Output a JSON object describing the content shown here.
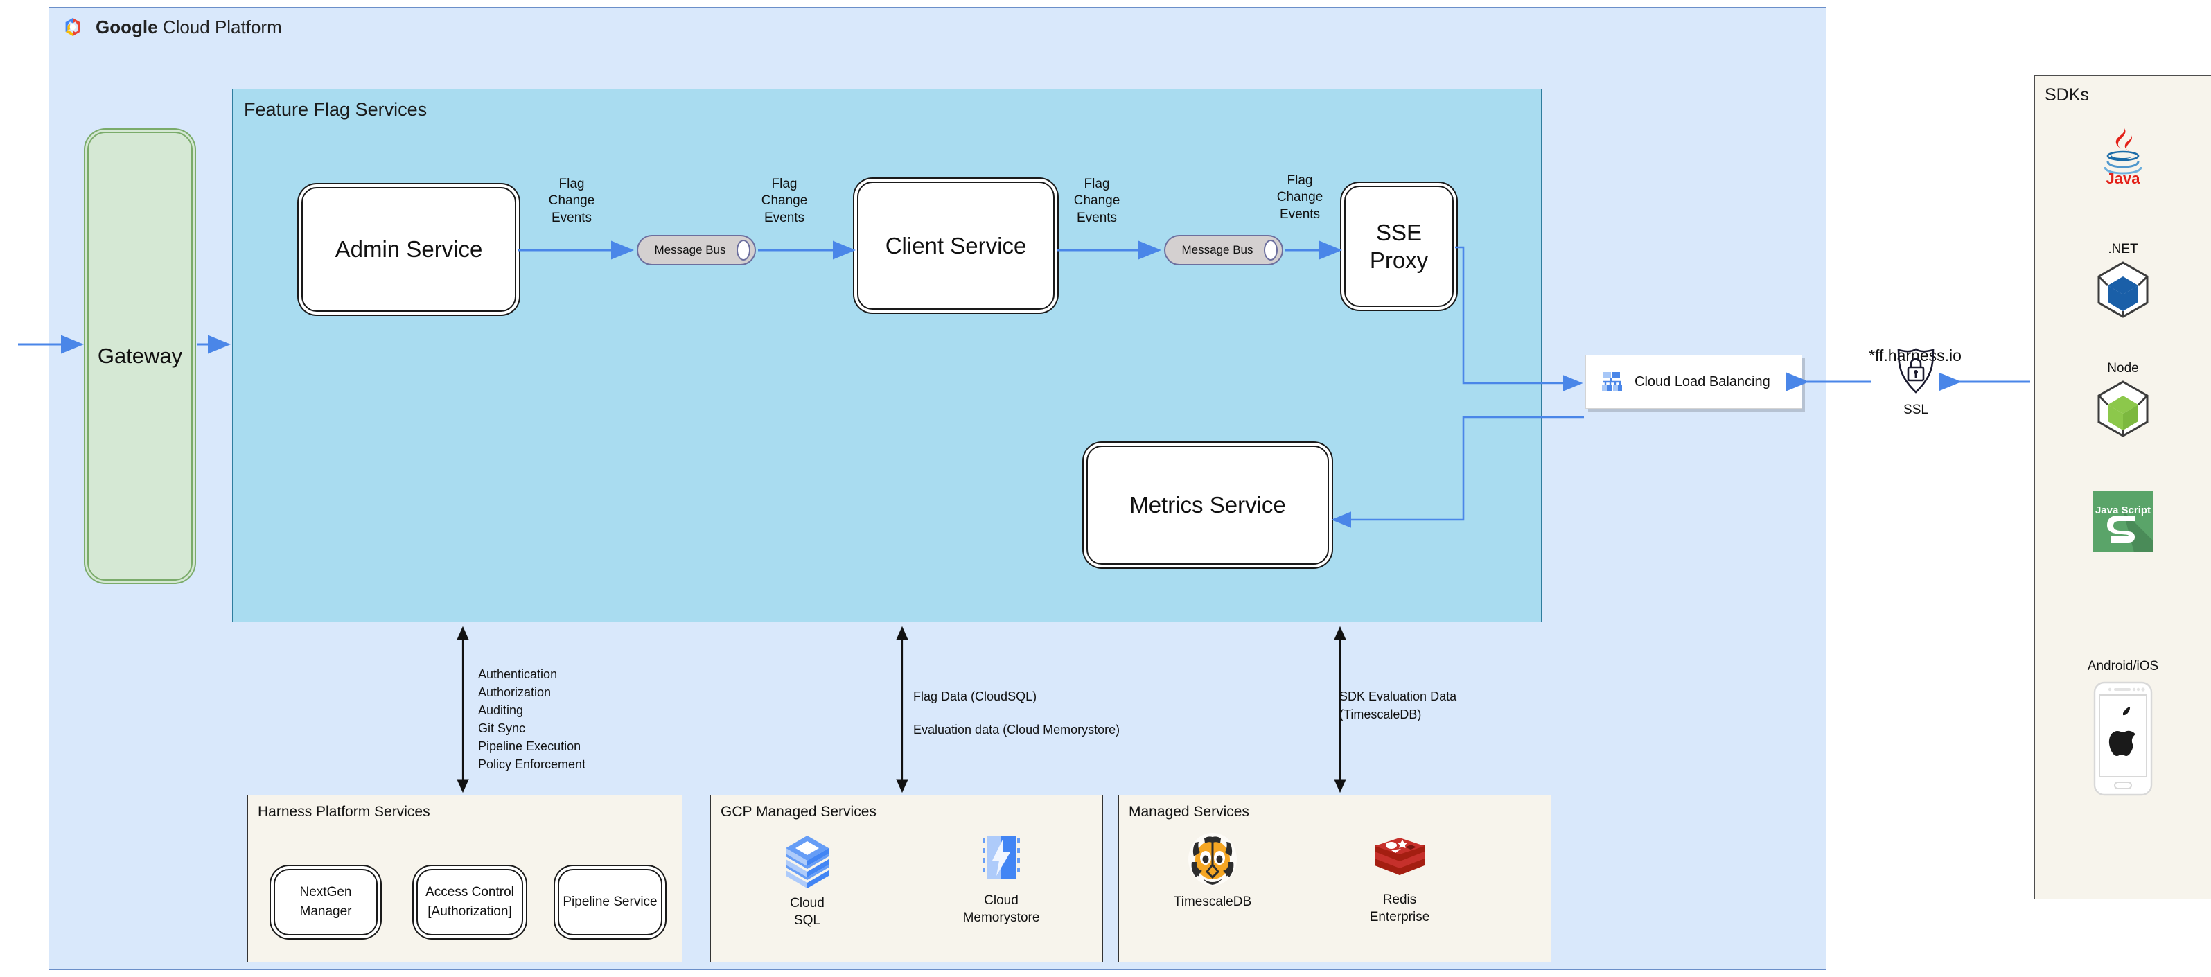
{
  "cloud": {
    "title_bold": "Google",
    "title_rest": " Cloud Platform",
    "logo_icon": "google-cloud-logo"
  },
  "feature_flag_services": {
    "title": "Feature Flag Services",
    "nodes": [
      {
        "id": "admin-service",
        "label": "Admin Service"
      },
      {
        "id": "client-service",
        "label": "Client Service"
      },
      {
        "id": "sse-proxy",
        "label": "SSE\nProxy"
      },
      {
        "id": "metrics-service",
        "label": "Metrics Service"
      }
    ],
    "message_buses": [
      {
        "id": "message-bus-1",
        "label": "Message Bus"
      },
      {
        "id": "message-bus-2",
        "label": "Message Bus"
      }
    ],
    "flow_labels": [
      {
        "id": "flow-1",
        "text": "Flag\nChange\nEvents"
      },
      {
        "id": "flow-2",
        "text": "Flag\nChange\nEvents"
      },
      {
        "id": "flow-3",
        "text": "Flag\nChange\nEvents"
      },
      {
        "id": "flow-4",
        "text": "Flag\nChange\nEvents"
      }
    ]
  },
  "gateway": {
    "label": "Gateway"
  },
  "load_balancer": {
    "label": "Cloud Load Balancing",
    "icon": "cloud-load-balancing-icon"
  },
  "edge": {
    "domain": "*ff.harness.io",
    "ssl_label": "SSL",
    "ssl_icon": "ssl-shield-lock-icon"
  },
  "annotations": [
    {
      "id": "platform-annotation",
      "lines": [
        "Authentication",
        "Authorization",
        "Auditing",
        "Git Sync",
        "Pipeline Execution",
        "Policy Enforcement"
      ]
    },
    {
      "id": "gcp-data-annotation",
      "lines": [
        "Flag Data (CloudSQL)",
        "",
        "Evaluation data (Cloud Memorystore)"
      ]
    },
    {
      "id": "metrics-data-annotation",
      "lines": [
        "SDK Evaluation Data",
        "(TimescaleDB)"
      ]
    }
  ],
  "bottom_panels": [
    {
      "id": "harness-platform-services",
      "title": "Harness Platform Services",
      "items": [
        {
          "id": "nextgen-manager",
          "label": "NextGen Manager"
        },
        {
          "id": "access-control",
          "label": "Access Control\n[Authorization]"
        },
        {
          "id": "pipeline-service",
          "label": "Pipeline Service"
        }
      ]
    },
    {
      "id": "gcp-managed-services",
      "title": "GCP Managed Services",
      "items": [
        {
          "id": "cloud-sql",
          "label": "Cloud\nSQL",
          "icon": "cloud-sql-icon"
        },
        {
          "id": "cloud-memorystore",
          "label": "Cloud\nMemorystore",
          "icon": "cloud-memorystore-icon"
        }
      ]
    },
    {
      "id": "managed-services",
      "title": "Managed Services",
      "items": [
        {
          "id": "timescaledb",
          "label": "TimescaleDB",
          "icon": "timescaledb-tiger-icon"
        },
        {
          "id": "redis-enterprise",
          "label": "Redis\nEnterprise",
          "icon": "redis-icon"
        }
      ]
    }
  ],
  "sdks": {
    "title": "SDKs",
    "items": [
      {
        "id": "java",
        "label": "Java",
        "icon": "java-icon",
        "label_position": "below"
      },
      {
        "id": "dotnet",
        "label": ".NET",
        "icon": "dotnet-cube-icon",
        "label_position": "above"
      },
      {
        "id": "node",
        "label": "Node",
        "icon": "node-cube-icon",
        "label_position": "above"
      },
      {
        "id": "javascript",
        "label": "Java Script",
        "icon": "javascript-icon",
        "label_position": "inside"
      },
      {
        "id": "android-ios",
        "label": "Android/iOS",
        "icon": "apple-phone-icon",
        "label_position": "above"
      }
    ]
  },
  "colors": {
    "gcp_panel": "#d9e8fb",
    "ffs_panel": "#a9dcf0",
    "panel_cream": "#f7f4ec",
    "gateway_green": "#d5e8d4",
    "arrow_blue": "#4a86e8",
    "message_bus_gray": "#d4d0d0"
  }
}
